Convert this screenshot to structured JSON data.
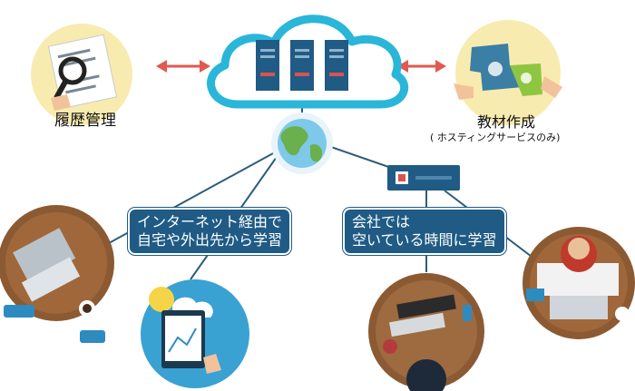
{
  "labels": {
    "history": "履歴管理",
    "material_title": "教材作成",
    "material_sub": "( ホスティングサービスのみ)"
  },
  "boxes": {
    "home": {
      "line1": "インターネット経由で",
      "line2": "自宅や外出先から学習"
    },
    "office": {
      "line1": "会社では",
      "line2": "空いている時間に学習"
    }
  },
  "colors": {
    "cloud_stroke": "#29b6d9",
    "server": "#1f5b84",
    "arrow": "#e05a4f",
    "line": "#2c5c7a",
    "box": "#1f5b84"
  }
}
